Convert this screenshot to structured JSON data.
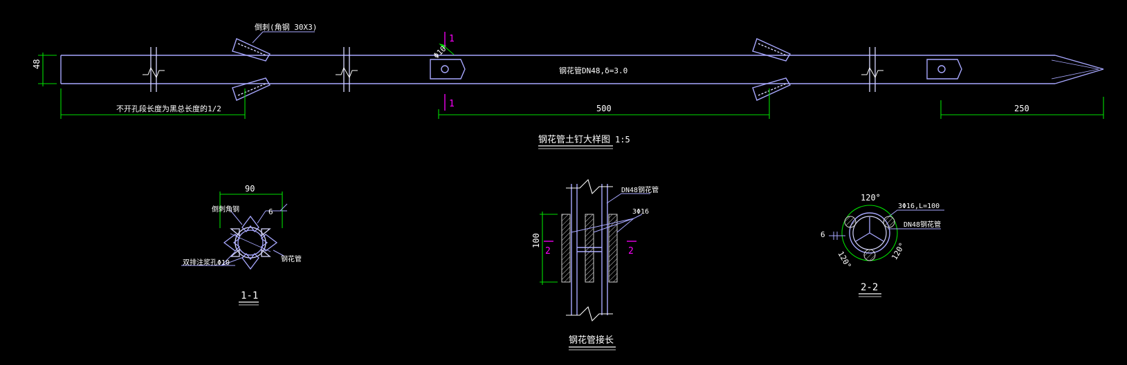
{
  "colors": {
    "background": "#000000",
    "pipe": "#a8a8ff",
    "pipe_light": "#d8d8ff",
    "dimension": "#00e000",
    "text": "#ffffff",
    "section_mark": "#ff00ff",
    "hatch": "#d0d0d0"
  },
  "main_view": {
    "label_angle_steel": "倒刺(角钢 30X3)",
    "label_pipe": "钢花管DN48,δ=3.0",
    "label_grout_hole": "Φ10",
    "dim_height": "48",
    "dim_unperforated": "不开孔段长度为黑总长度的1/2",
    "dim_spacing": "500",
    "dim_tip": "250",
    "section_mark_top": "1",
    "section_mark_bottom": "1",
    "title": "钢花管土钉大样图",
    "scale": "1:5"
  },
  "section_1_1": {
    "dim_width": "90",
    "label_angle": "倒刺角钢",
    "weld_size": "6",
    "label_pipe": "钢花管",
    "label_holes": "双排注浆孔Φ10",
    "title": "1-1"
  },
  "splice_view": {
    "label_pipe": "DN48钢花管",
    "label_rebar": "3Φ16",
    "dim_length": "100",
    "section_mark_left": "2",
    "section_mark_right": "2",
    "title": "钢花管接长"
  },
  "section_2_2": {
    "angle_top": "120°",
    "angle_left": "120°",
    "angle_right": "120°",
    "weld_size": "6",
    "label_rebar": "3Φ16,L=100",
    "label_pipe": "DN48钢花管",
    "title": "2-2"
  }
}
